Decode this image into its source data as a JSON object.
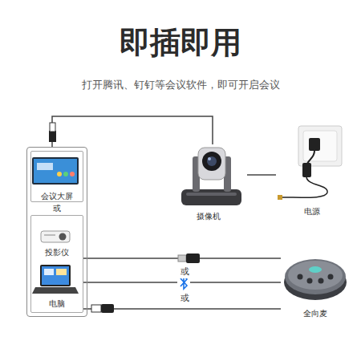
{
  "diagram": {
    "title": "即插即用",
    "nodes": [
      {
        "text": [
          "或"
        ]
      },
      {
        "text": [
          "会议大屏"
        ],
        "in": 0
      },
      {
        "text": [
          "投影仪",
          "电脑"
        ],
        "in": 0
      },
      {
        "text": [
          "摄像机"
        ]
      },
      {
        "text": [
          "电源"
        ]
      },
      {
        "text": [
          "全向麦"
        ]
      }
    ],
    "edges": [
      {
        "from": 0,
        "to": 3,
        "arrow": "none"
      },
      {
        "from": 3,
        "to": 4,
        "arrow": "none"
      },
      {
        "from": 2,
        "to": 5,
        "arrow": "none"
      },
      {
        "from": 2,
        "to": 5,
        "arrow": "none"
      },
      {
        "from": 2,
        "to": 5,
        "arrow": "none"
      }
    ],
    "labels": [
      "打开腾讯、钉钉等会议软件，即可开启会议",
      "或",
      "或"
    ]
  }
}
